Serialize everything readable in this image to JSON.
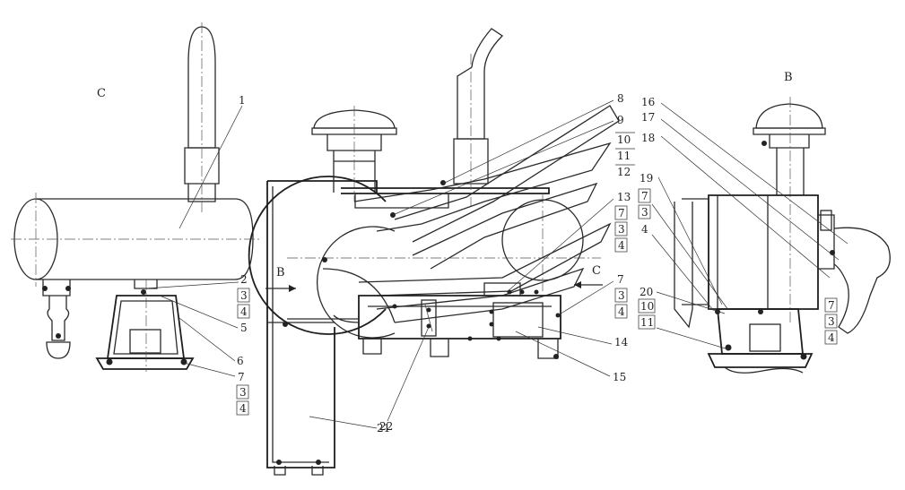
{
  "views": {
    "left": "C",
    "right": "B"
  },
  "arrows": {
    "b": "B",
    "c": "C"
  },
  "left_callouts": [
    "1",
    "2",
    "3",
    "4",
    "5",
    "6",
    "7",
    "3",
    "4"
  ],
  "center_callouts": [
    "8",
    "9",
    "10",
    "11",
    "12",
    "13",
    "7",
    "3",
    "4",
    "7",
    "3",
    "4",
    "14",
    "15",
    "21",
    "22"
  ],
  "right_callouts": [
    "16",
    "17",
    "18",
    "19",
    "7",
    "3",
    "4",
    "20",
    "10",
    "11",
    "7",
    "3",
    "4"
  ]
}
